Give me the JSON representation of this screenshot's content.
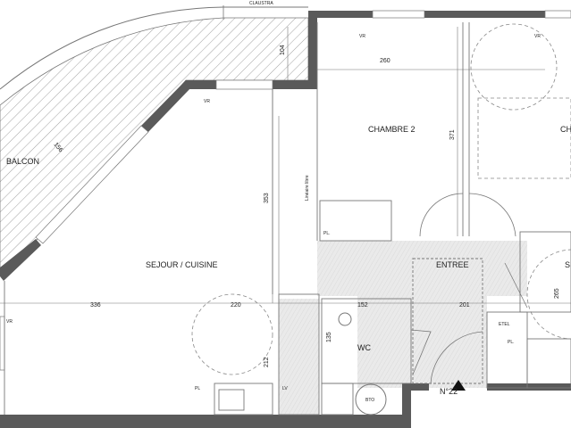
{
  "plan": {
    "claustra": "CLAUSTRA",
    "unit_number": "N°22",
    "colors": {
      "wall": "#5a5a5a",
      "line": "#777777",
      "hatch": "#9a9a9a",
      "tile": "#e4e4e4"
    }
  },
  "rooms": {
    "balcon": "BALCON",
    "sejour": "SEJOUR / CUISINE",
    "chambre2": "CHAMBRE 2",
    "chambre1_partial": "CH",
    "entree": "ENTREE",
    "wc": "WC",
    "sdb_partial": "S"
  },
  "labels": {
    "lineaire": "Linéaire libre",
    "pl_chambre2": "PL.",
    "pl_entree": "PL.",
    "etel": "ETEL",
    "bto": "BTO",
    "vr1": "VR",
    "vr2": "VR",
    "vr3": "VR",
    "vr4": "VR",
    "lv": "LV",
    "pl_kitchen": "PL"
  },
  "dimensions": {
    "balcon_depth_top": "104",
    "balcon_width": "156",
    "sejour_height": "353",
    "chambre2_width": "260",
    "chambre2_height": "371",
    "sejour_width": "336",
    "kitchen_width": "220",
    "kitchen_height": "212",
    "wc_width": "152",
    "wc_height": "135",
    "entree_width": "201",
    "sdb_height": "265"
  }
}
